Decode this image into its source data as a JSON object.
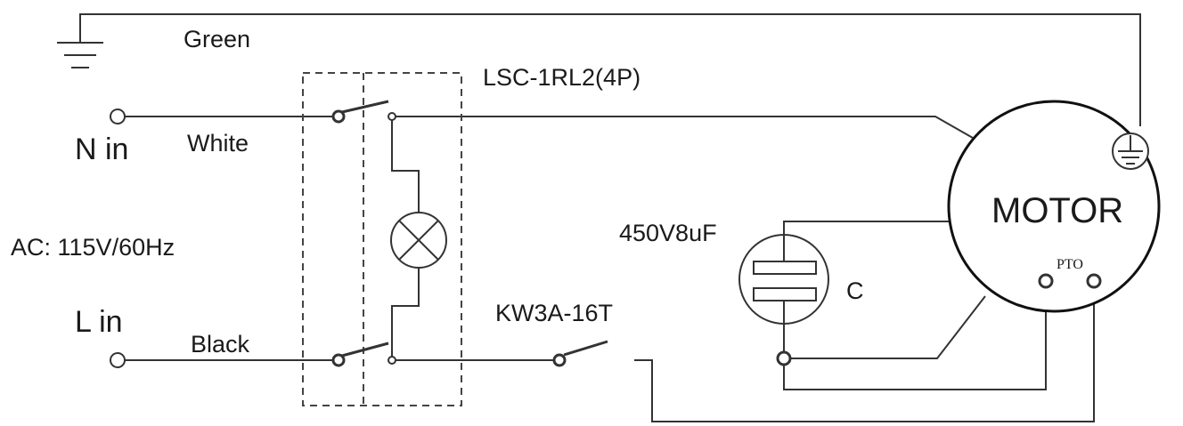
{
  "labels": {
    "green": "Green",
    "white": "White",
    "black": "Black",
    "n_in": "N in",
    "l_in": "L in",
    "ac_supply": "AC: 115V/60Hz",
    "switch_model": "LSC-1RL2(4P)",
    "thermostat_model": "KW3A-16T",
    "capacitor_rating": "450V8uF",
    "capacitor_symbol": "C",
    "motor": "MOTOR",
    "pto": "PTO"
  },
  "colors": {
    "wire": "#333333",
    "background": "#ffffff"
  },
  "icons": [
    "ground-icon",
    "lamp-icon",
    "capacitor-icon",
    "motor-ground-icon"
  ]
}
